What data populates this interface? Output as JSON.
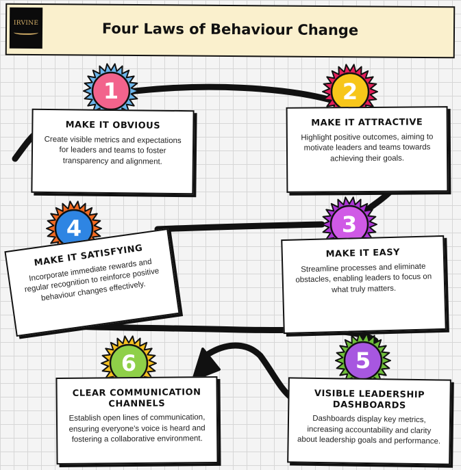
{
  "header": {
    "logo_text": "IRVINE",
    "title": "Four Laws of Behaviour Change"
  },
  "steps": [
    {
      "number": "1",
      "title": "MAKE IT OBVIOUS",
      "text": "Create visible metrics and expectations for leaders and teams to foster transparency and alignment.",
      "color": "#f2638c",
      "ray_color": "#6cb6ec"
    },
    {
      "number": "2",
      "title": "MAKE IT ATTRACTIVE",
      "text": "Highlight positive outcomes, aiming to motivate leaders and teams towards achieving their goals.",
      "color": "#f7c61a",
      "ray_color": "#e41f5a"
    },
    {
      "number": "3",
      "title": "MAKE IT EASY",
      "text": "Streamline processes and eliminate obstacles, enabling leaders to focus on what truly matters.",
      "color": "#d05ae6",
      "ray_color": "#ad35d6"
    },
    {
      "number": "4",
      "title": "MAKE IT SATISFYING",
      "text": "Incorporate immediate rewards and regular recognition to reinforce positive behaviour changes effectively.",
      "color": "#2e85e3",
      "ray_color": "#f36a21"
    },
    {
      "number": "5",
      "title": "VISIBLE LEADERSHIP DASHBOARDS",
      "text": "Dashboards display key metrics, increasing accountability and clarity about leadership goals and performance.",
      "color": "#a757e0",
      "ray_color": "#6fbf3a"
    },
    {
      "number": "6",
      "title": "CLEAR COMMUNICATION CHANNELS",
      "text": "Establish open lines of communication, ensuring everyone's voice is heard and fostering a collaborative environment.",
      "color": "#8fd048",
      "ray_color": "#f5c020"
    }
  ]
}
